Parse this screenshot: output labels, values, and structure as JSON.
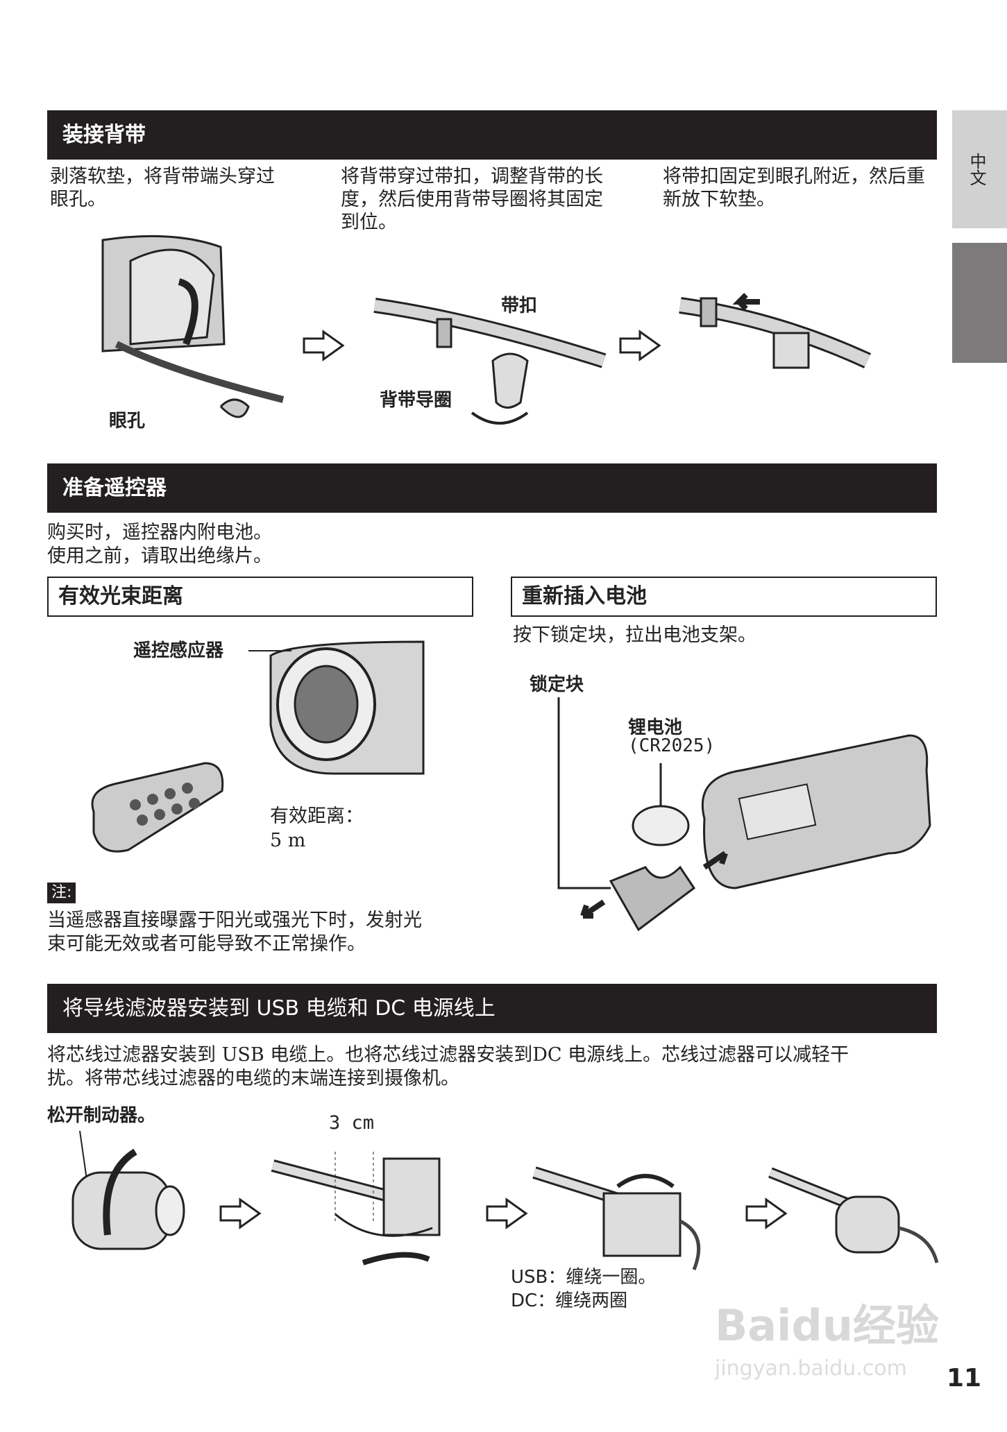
{
  "side_tab": {
    "language": "中文"
  },
  "section1": {
    "title": "装接背带",
    "steps": [
      "剥落软垫，将背带端头穿过眼孔。",
      "将背带穿过带扣，调整背带的长度，然后使用背带导圈将其固定到位。",
      "将带扣固定到眼孔附近，然后重新放下软垫。"
    ],
    "labels": {
      "eyelet": "眼孔",
      "buckle": "带扣",
      "strap_guide": "背带导圈"
    }
  },
  "section2": {
    "title": "准备遥控器",
    "intro": [
      "购买时，遥控器内附电池。",
      "使用之前，请取出绝缘片。"
    ],
    "range_box": {
      "title": "有效光束距离",
      "sensor_label": "遥控感应器",
      "distance_label": "有效距离：",
      "distance_value": "5 m"
    },
    "note": {
      "badge": "注:",
      "text": [
        "当遥感器直接曝露于阳光或强光下时，发射光",
        "束可能无效或者可能导致不正常操作。"
      ]
    },
    "battery_box": {
      "title": "重新插入电池",
      "instruction": "按下锁定块，拉出电池支架。",
      "lock_label": "锁定块",
      "battery_label": "锂电池",
      "battery_model": "(CR2025)"
    }
  },
  "section3": {
    "title": "将导线滤波器安装到 USB 电缆和 DC 电源线上",
    "paragraph": [
      "将芯线过滤器安装到 USB 电缆上。也将芯线过滤器安装到DC 电源线上。芯线过滤器可以减轻干",
      "扰。将带芯线过滤器的电缆的末端连接到摄像机。"
    ],
    "release_label": "松开制动器。",
    "dimension": "3 cm",
    "usb_note": "USB：缠绕一圈。",
    "dc_note": "DC：缠绕两圈"
  },
  "page_number": "11",
  "watermark": {
    "brand": "Baidu经验",
    "url": "jingyan.baidu.com"
  }
}
